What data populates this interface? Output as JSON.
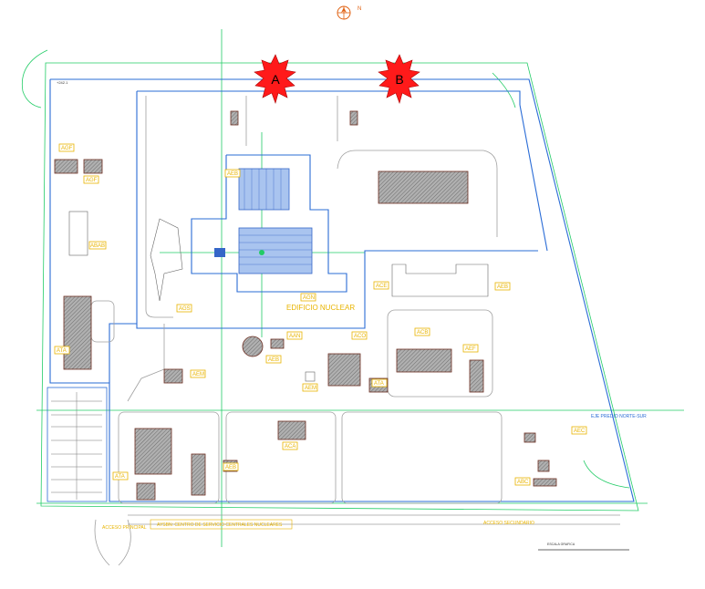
{
  "compass": {
    "label": "N"
  },
  "markers": [
    {
      "id": "a",
      "label": "A"
    },
    {
      "id": "b",
      "label": "B"
    }
  ],
  "tags": {
    "agf": "AGF",
    "agf2": "AGF",
    "abab": "ABAB",
    "ata": "ATA",
    "ags": "AGS",
    "aeb": "AEB",
    "agn": "AGN",
    "aco": "ACO",
    "acb": "ACB",
    "aef": "AEF",
    "aem": "AEM",
    "aem2": "AEM",
    "ata2": "ATA",
    "aeb2": "AEB",
    "aeb3": "AEB",
    "aec": "AEC",
    "aan": "AAN",
    "aca": "ACA",
    "ata3": "ATA",
    "ace": "ACE",
    "abc": "ABC",
    "aca2": "ACA"
  },
  "labels": {
    "edificio_nuclear": "EDIFICIO NUCLEAR",
    "frente_norte_sur": "EJE PREDIO NORTE-SUR",
    "acceso_principal": "ACCESO\nPRINCIPAL",
    "acceso_secundario": "ACCESO\nSECUNDARIO",
    "centro_servicio": "AYSBN: CENTRO DE SERVICIO CENTRALES NUCLEARES",
    "escala": "ESCALA GRAFICA",
    "coord": "+242.1"
  }
}
